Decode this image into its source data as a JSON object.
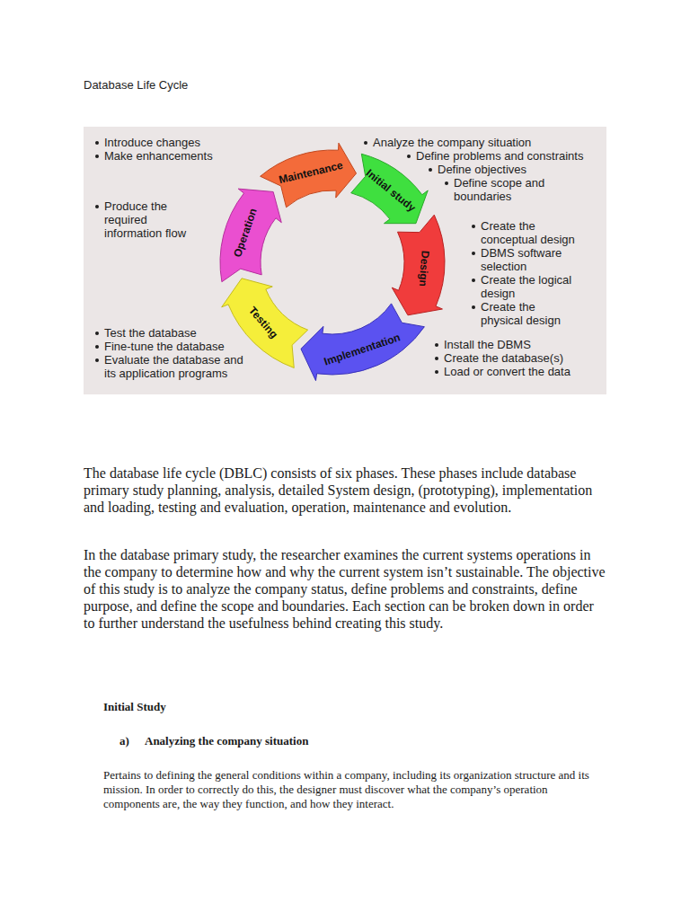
{
  "diagram": {
    "title": "Database Life Cycle",
    "nodes": [
      {
        "text": [
          "Initial study"
        ]
      },
      {
        "text": [
          "Design"
        ]
      },
      {
        "text": [
          "Implementation"
        ]
      },
      {
        "text": [
          "Testing"
        ]
      },
      {
        "text": [
          "Operation"
        ]
      },
      {
        "text": [
          "Maintenance"
        ]
      }
    ],
    "labels": [
      "Introduce changes",
      "Make enhancements",
      "Analyze the company situation",
      "Define problems and constraints",
      "Define objectives",
      "Define scope and boundaries",
      "Produce the required information flow",
      "Create the conceptual design",
      "DBMS software selection",
      "Create the logical design",
      "Create the physical design",
      "Test the database",
      "Fine-tune the database",
      "Evaluate the database and its application programs",
      "Install the DBMS",
      "Create the database(s)",
      "Load or convert the data",
      "The database life cycle (DBLC) consists of six phases. These phases include database primary study planning, analysis, detailed System design, (prototyping), implementation and loading, testing and evaluation, operation, maintenance and evolution.",
      "In the database primary study, the researcher examines the current systems operations in the company to determine how and why the current system isn’t sustainable. The objective of this study is to analyze the company status, define problems and constraints, define purpose, and define the scope and boundaries. Each section can be broken down in order to further understand the usefulness behind creating this study.",
      "Initial Study",
      "a)",
      "Analyzing the company situation",
      "Pertains to defining the general conditions within a company, including its organization structure and its mission. In order to correctly do this, the designer must discover what the company’s operation components are, the way they function, and how they interact."
    ]
  }
}
